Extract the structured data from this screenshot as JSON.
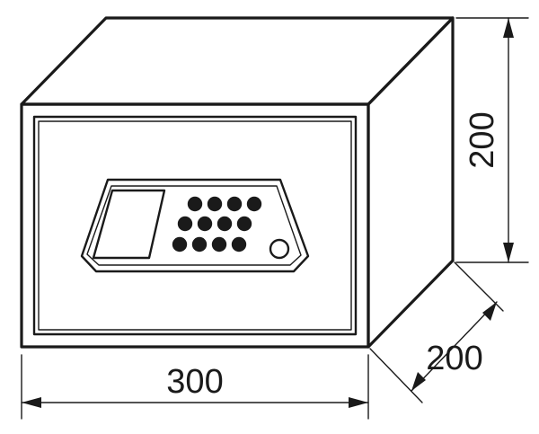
{
  "dimensions": {
    "width_label": "300",
    "height_label": "200",
    "depth_label": "200"
  },
  "keypad": {
    "rows": [
      4,
      4,
      4
    ],
    "key_icon": "filled-circle",
    "knob_icon": "ring"
  },
  "colors": {
    "line": "#1a1a1a",
    "background": "#ffffff"
  }
}
